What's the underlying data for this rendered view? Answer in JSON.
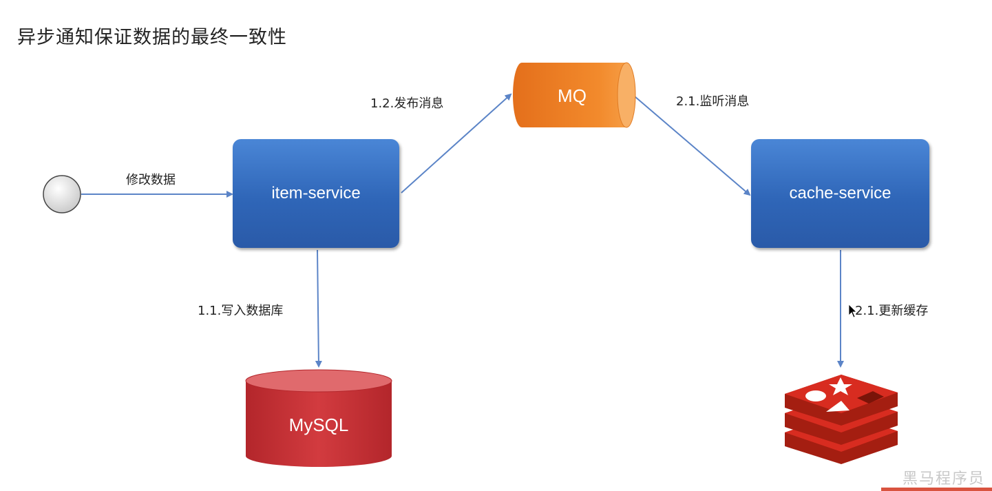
{
  "title": "异步通知保证数据的最终一致性",
  "nodes": {
    "start": "",
    "item_service": "item-service",
    "mq": "MQ",
    "cache_service": "cache-service",
    "mysql": "MySQL",
    "redis": ""
  },
  "edges": {
    "modify_data": "修改数据",
    "publish_message": "1.2.发布消息",
    "listen_message": "2.1.监听消息",
    "write_db": "1.1.写入数据库",
    "update_cache": "2.1.更新缓存"
  },
  "watermark": "黑马程序员",
  "colors": {
    "service_blue": "#3a73c6",
    "mq_orange": "#f08a2a",
    "mysql_red": "#c62f34",
    "redis_red": "#d93025",
    "arrow_blue": "#5b84c7"
  }
}
